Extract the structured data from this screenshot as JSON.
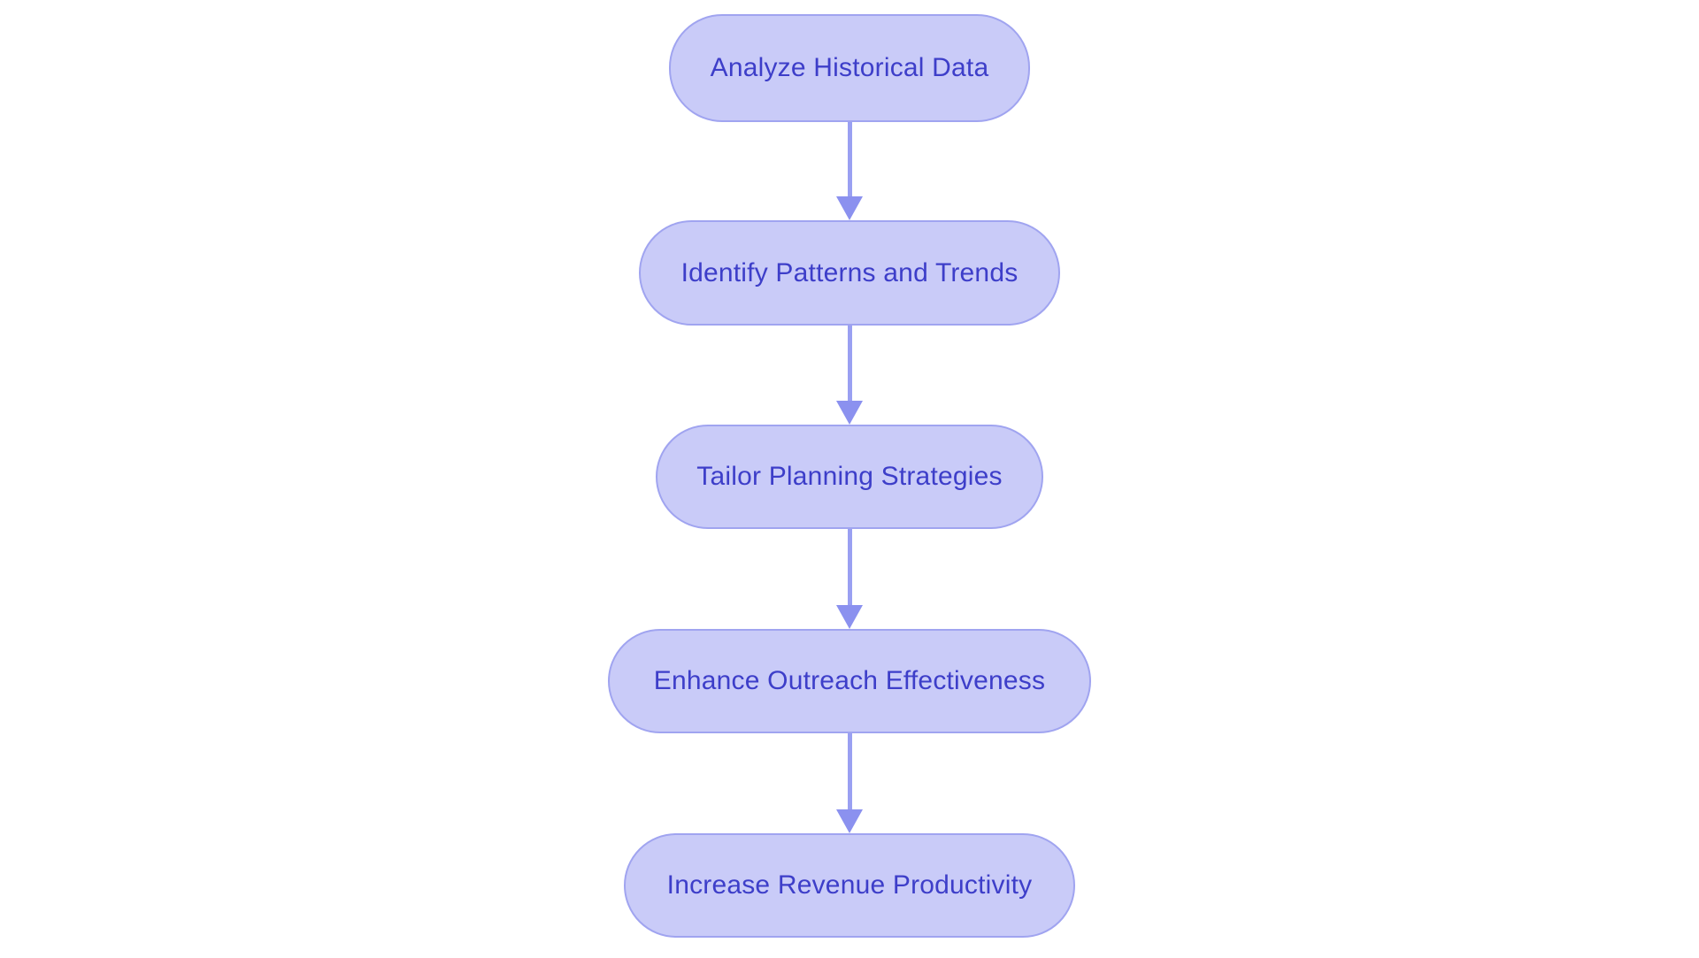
{
  "diagram": {
    "type": "flowchart",
    "direction": "top-down",
    "nodes": [
      {
        "id": "n1",
        "label": "Analyze Historical Data"
      },
      {
        "id": "n2",
        "label": "Identify Patterns and Trends"
      },
      {
        "id": "n3",
        "label": "Tailor Planning Strategies"
      },
      {
        "id": "n4",
        "label": "Enhance Outreach Effectiveness"
      },
      {
        "id": "n5",
        "label": "Increase Revenue Productivity"
      }
    ],
    "edges": [
      {
        "from": "n1",
        "to": "n2"
      },
      {
        "from": "n2",
        "to": "n3"
      },
      {
        "from": "n3",
        "to": "n4"
      },
      {
        "from": "n4",
        "to": "n5"
      }
    ]
  },
  "colors": {
    "background": "#ffffff",
    "node_fill": "#c9cbf8",
    "node_border": "#a0a4f0",
    "node_text": "#3d3ec9",
    "arrow": "#9aa0f2",
    "arrow_head": "#8b91ef"
  }
}
